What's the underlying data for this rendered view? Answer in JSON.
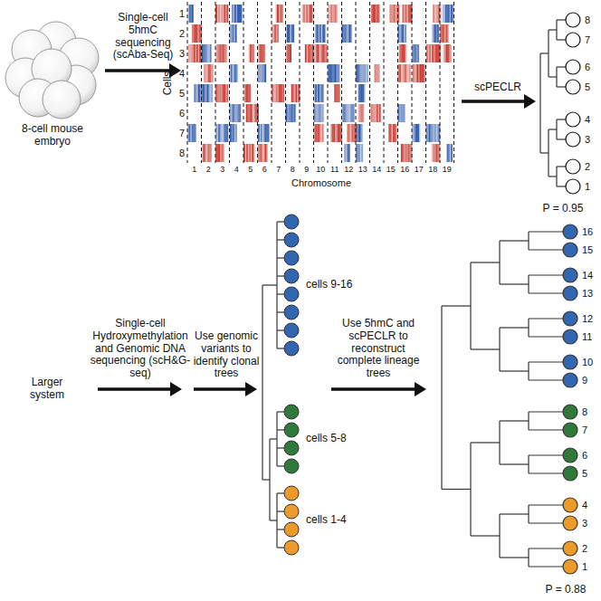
{
  "diagram": {
    "nodes": [
      {
        "text": [
          "8"
        ]
      },
      {
        "text": [
          "7"
        ]
      },
      {
        "text": [
          "6"
        ]
      },
      {
        "text": [
          "5"
        ]
      },
      {
        "text": [
          "4"
        ]
      },
      {
        "text": [
          "3"
        ]
      },
      {
        "text": [
          "2"
        ]
      },
      {
        "text": [
          "1"
        ]
      },
      {
        "text": [
          "16"
        ]
      },
      {
        "text": [
          "15"
        ]
      },
      {
        "text": [
          "14"
        ]
      },
      {
        "text": [
          "13"
        ]
      },
      {
        "text": [
          "12"
        ]
      },
      {
        "text": [
          "11"
        ]
      },
      {
        "text": [
          "10"
        ]
      },
      {
        "text": [
          "9"
        ]
      },
      {
        "text": [
          "8"
        ]
      },
      {
        "text": [
          "7"
        ]
      },
      {
        "text": [
          "6"
        ]
      },
      {
        "text": [
          "5"
        ]
      },
      {
        "text": [
          "4"
        ]
      },
      {
        "text": [
          "3"
        ]
      },
      {
        "text": [
          "2"
        ]
      },
      {
        "text": [
          "1"
        ]
      }
    ],
    "labels": [
      "8-cell mouse embryo",
      "Single-cell 5hmC sequencing (scAba-Seq)",
      "Cells",
      "1",
      "2",
      "3",
      "4",
      "5",
      "6",
      "7",
      "8",
      "1",
      "2",
      "3",
      "4",
      "5",
      "6",
      "7",
      "8",
      "9",
      "10",
      "11",
      "12",
      "13",
      "14",
      "15",
      "16",
      "17",
      "18",
      "19",
      "Chromosome",
      "scPECLR",
      "P = 0.95",
      "Larger system",
      "Single-cell Hydroxymethylation and Genomic DNA sequencing (scH&G-seq)",
      "Use genomic variants to identify clonal trees",
      "cells 9-16",
      "cells 5-8",
      "cells 1-4",
      "Use 5hmC and scPECLR to reconstruct complete lineage trees",
      "P = 0.88"
    ]
  }
}
